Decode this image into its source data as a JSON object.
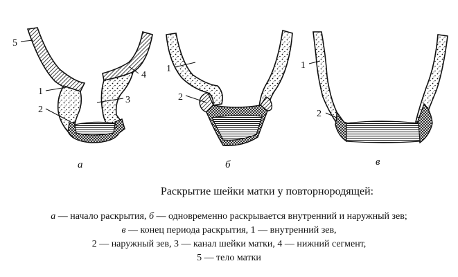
{
  "figures": [
    {
      "letter": "а",
      "labels": {
        "n1": "1",
        "n2": "2",
        "n3": "3",
        "n4": "4",
        "n5": "5"
      }
    },
    {
      "letter": "б",
      "labels": {
        "n1": "1",
        "n2": "2"
      }
    },
    {
      "letter": "в",
      "labels": {
        "n1": "1",
        "n2": "2"
      }
    }
  ],
  "caption": {
    "title": "Раскрытие шейки матки у повторнородящей:",
    "line1": {
      "a": "а",
      "t1": " — начало раскрытия, ",
      "b": "б",
      "t2": " — одновременно раскрывается внутренний и наружный зев;"
    },
    "line2": {
      "v": "в",
      "t": " — конец периода раскрытия, 1 — внутренний зев,"
    },
    "line3": "2 — наружный зев, 3 — канал шейки матки, 4 — нижний сегмент,",
    "line4": "5 — тело матки"
  },
  "colors": {
    "ink": "#111111",
    "paper": "#ffffff"
  }
}
